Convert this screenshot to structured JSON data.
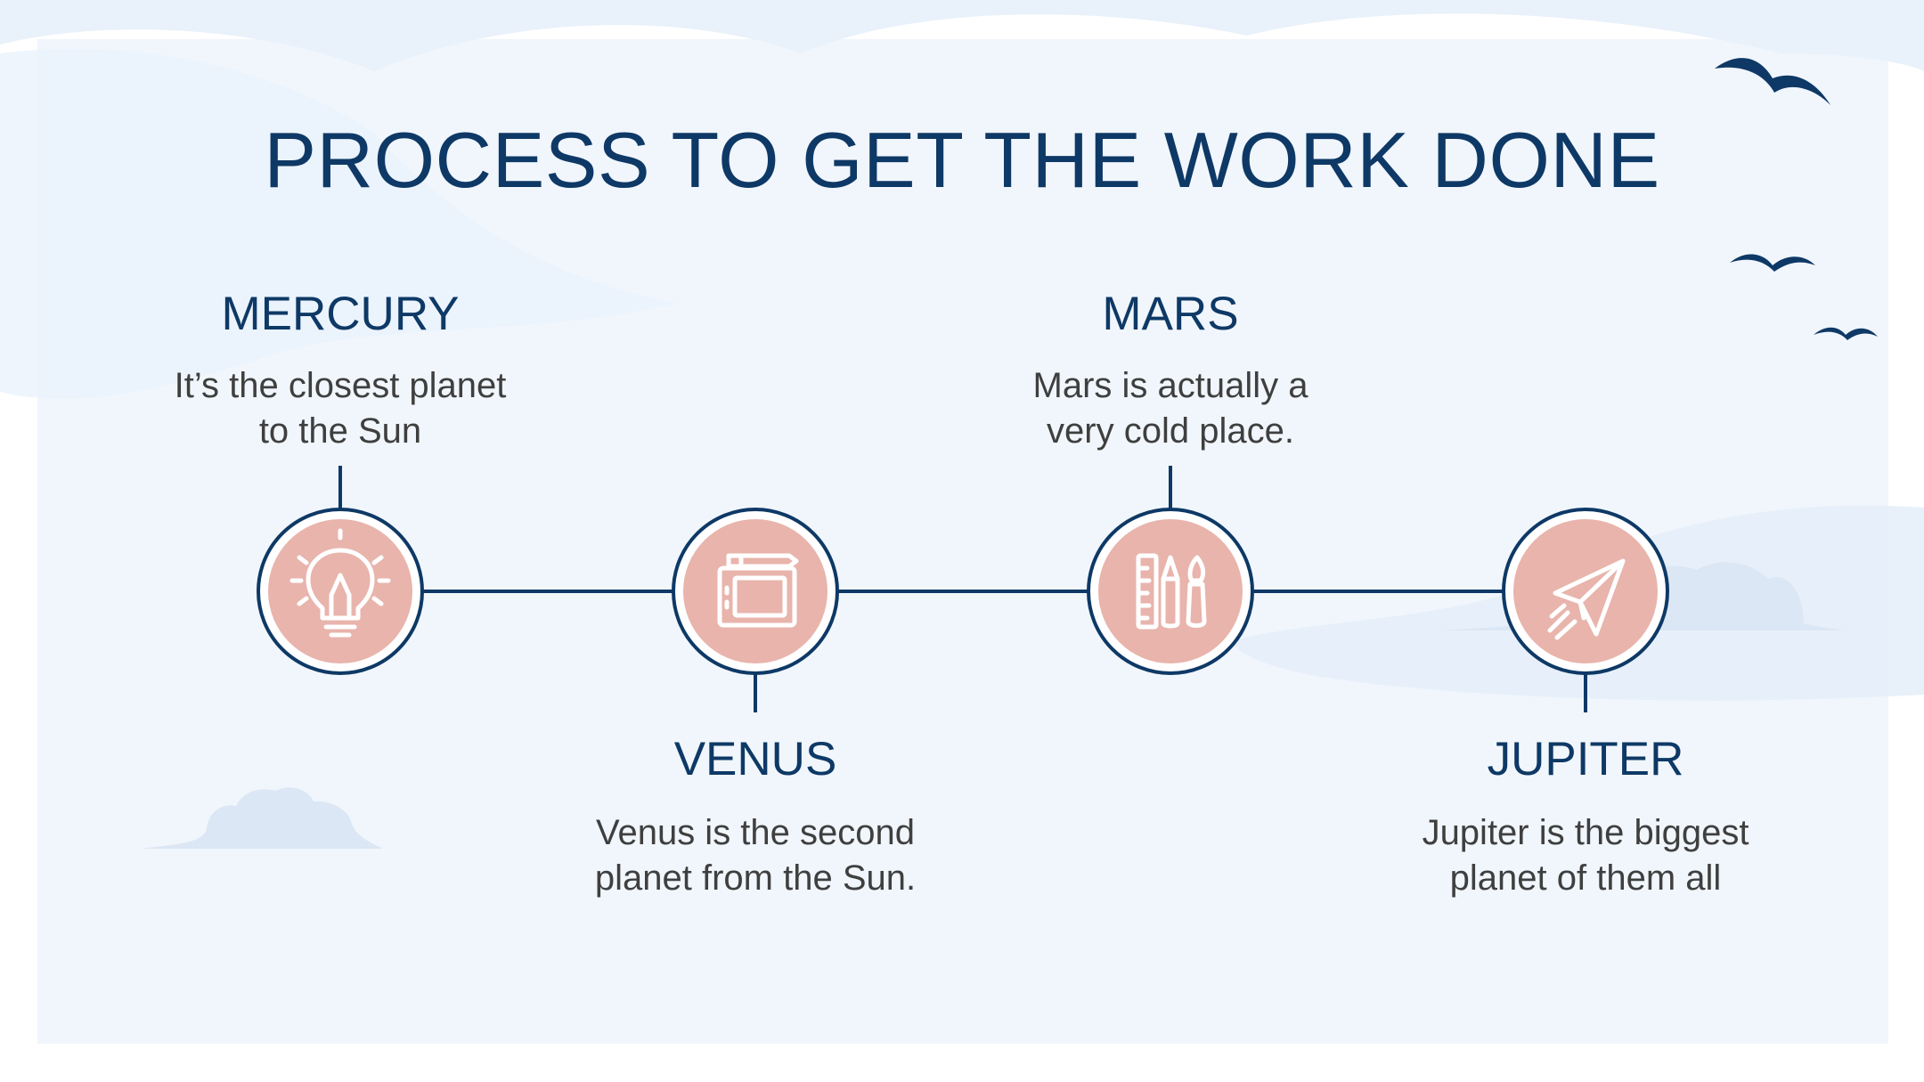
{
  "slide": {
    "title": "PROCESS TO GET THE WORK DONE"
  },
  "steps": [
    {
      "title": "MERCURY",
      "text": "It’s the closest planet to the Sun",
      "icon": "lightbulb-icon"
    },
    {
      "title": "VENUS",
      "text": "Venus is the second planet from the Sun.",
      "icon": "drawing-tablet-icon"
    },
    {
      "title": "MARS",
      "text": "Mars is actually a very cold place.",
      "icon": "ruler-pencil-brush-icon"
    },
    {
      "title": "JUPITER",
      "text": "Jupiter is the biggest planet of them all",
      "icon": "paper-plane-icon"
    }
  ],
  "colors": {
    "title": "#0e3966",
    "line": "#0e3966",
    "circle_fill": "#e8b4ac",
    "background": "#f1f6fc",
    "cloud": "#dbe7f4",
    "bird": "#0e3966",
    "body_text": "#3f3f3f"
  },
  "decorations": [
    "bird-icon",
    "bird-icon",
    "bird-icon",
    "cloud",
    "cloud"
  ]
}
